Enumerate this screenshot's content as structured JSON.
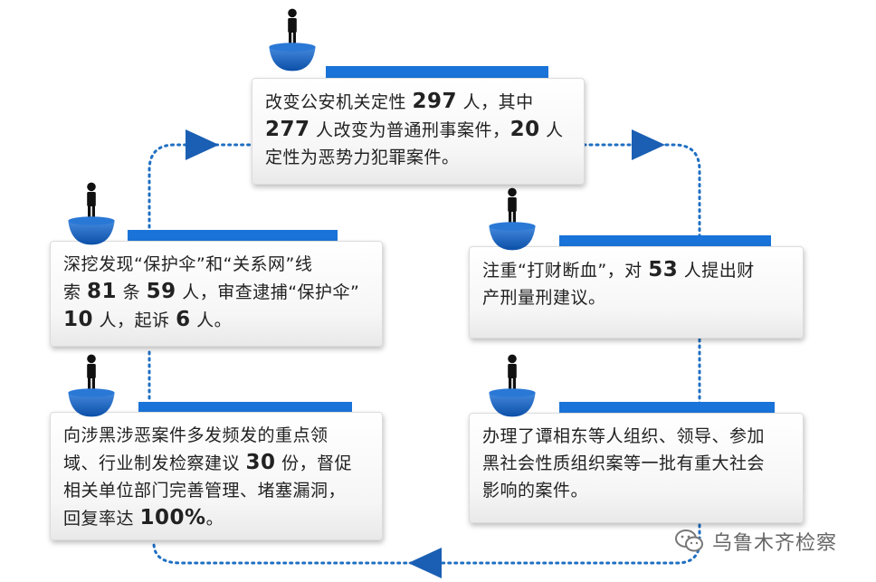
{
  "colors": {
    "accent": "#1a73d8",
    "dots": "#1f6fc2",
    "arrow": "#1a5fb4"
  },
  "cards": [
    {
      "id": "top",
      "segments": [
        {
          "t": "改变公安机关定性 "
        },
        {
          "t": "297",
          "b": true
        },
        {
          "t": " 人，其中"
        },
        {
          "br": true
        },
        {
          "t": "277",
          "b": true
        },
        {
          "t": " 人改变为普通刑事案件，"
        },
        {
          "t": "20",
          "b": true
        },
        {
          "t": " 人"
        },
        {
          "br": true
        },
        {
          "t": "定性为恶势力犯罪案件。"
        }
      ]
    },
    {
      "id": "left-upper",
      "segments": [
        {
          "t": "深挖发现“保护伞”和“关系网”线"
        },
        {
          "br": true
        },
        {
          "t": "索 "
        },
        {
          "t": "81",
          "b": true
        },
        {
          "t": " 条 "
        },
        {
          "t": "59",
          "b": true
        },
        {
          "t": " 人，审查逮捕“保护伞”"
        },
        {
          "br": true
        },
        {
          "t": "10",
          "b": true
        },
        {
          "t": " 人，起诉 "
        },
        {
          "t": "6",
          "b": true
        },
        {
          "t": " 人。"
        }
      ]
    },
    {
      "id": "right-upper",
      "segments": [
        {
          "t": "注重“打财断血”，对 "
        },
        {
          "t": "53",
          "b": true
        },
        {
          "t": " 人提出财"
        },
        {
          "br": true
        },
        {
          "t": "产刑量刑建议。"
        }
      ]
    },
    {
      "id": "left-lower",
      "segments": [
        {
          "t": "向涉黑涉恶案件多发频发的重点领"
        },
        {
          "br": true
        },
        {
          "t": "域、行业制发检察建议 "
        },
        {
          "t": "30",
          "b": true
        },
        {
          "t": " 份，督促"
        },
        {
          "br": true
        },
        {
          "t": "相关单位部门完善管理、堵塞漏洞，"
        },
        {
          "br": true
        },
        {
          "t": "回复率达 "
        },
        {
          "t": "100%",
          "b": true
        },
        {
          "t": "。"
        }
      ]
    },
    {
      "id": "right-lower",
      "segments": [
        {
          "t": "办理了谭相东等人组织、领导、参加"
        },
        {
          "br": true
        },
        {
          "t": "黑社会性质组织案等一批有重大社会"
        },
        {
          "br": true
        },
        {
          "t": "影响的案件。"
        }
      ]
    }
  ],
  "watermark": {
    "text": "乌鲁木齐检察",
    "icon": "wechat-icon"
  }
}
